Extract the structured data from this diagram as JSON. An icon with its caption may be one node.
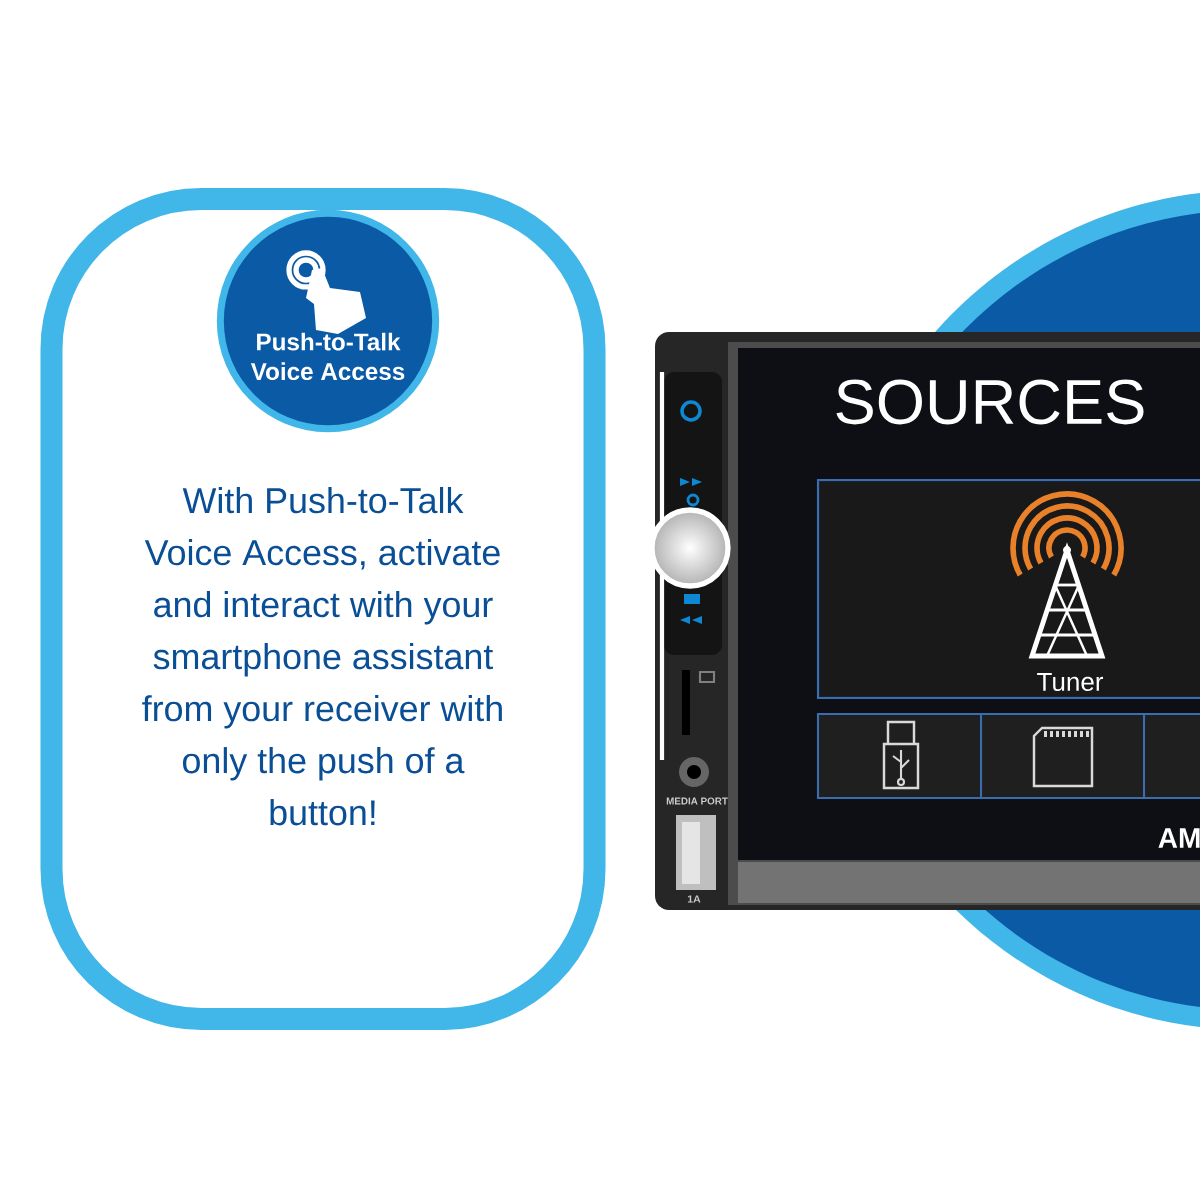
{
  "diagram": {
    "nodes": [
      {
        "text": [
          "With Push-to-Talk Voice Access, activate and interact with your smartphone assistant from your receiver with only the push of a button!"
        ]
      },
      {
        "text": [
          "Push-to-Talk Voice Access"
        ],
        "in": 0
      }
    ],
    "labels": [
      "SOURCES",
      "Tuner",
      "AM",
      "MEDIA PORT",
      "1A"
    ]
  }
}
